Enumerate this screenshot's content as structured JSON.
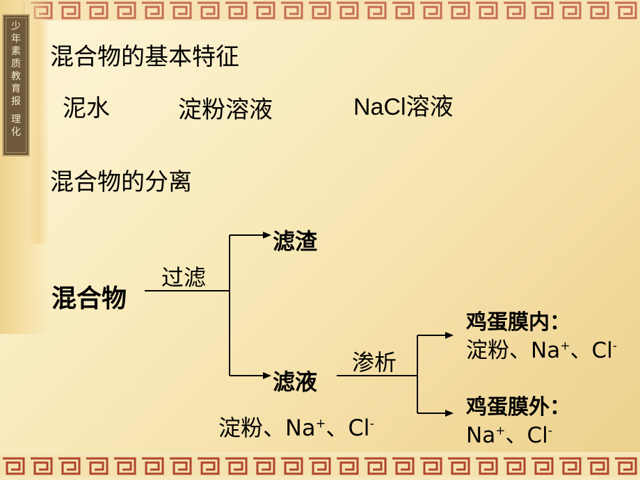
{
  "seal_text": "少年素质教育报 理化",
  "heading1": "混合物的基本特征",
  "examples": [
    "泥水",
    "淀粉溶液",
    "NaCl溶液"
  ],
  "heading2": "混合物的分离",
  "diagram": {
    "root": "混合物",
    "step1_label": "过滤",
    "residue": "滤渣",
    "filtrate": "滤液",
    "filtrate_contents": {
      "a": "淀粉、Na",
      "b": "、Cl"
    },
    "step2_label": "渗析",
    "inside_title": "鸡蛋膜内：",
    "inside_contents": {
      "a": "淀粉、Na",
      "b": "、Cl"
    },
    "outside_title": "鸡蛋膜外：",
    "outside_contents": {
      "a": "Na",
      "b": "、Cl"
    },
    "plus": "+",
    "minus": "-"
  },
  "colors": {
    "line": "#000000",
    "seal": "#6e5a3a",
    "border": "#a9412a"
  }
}
